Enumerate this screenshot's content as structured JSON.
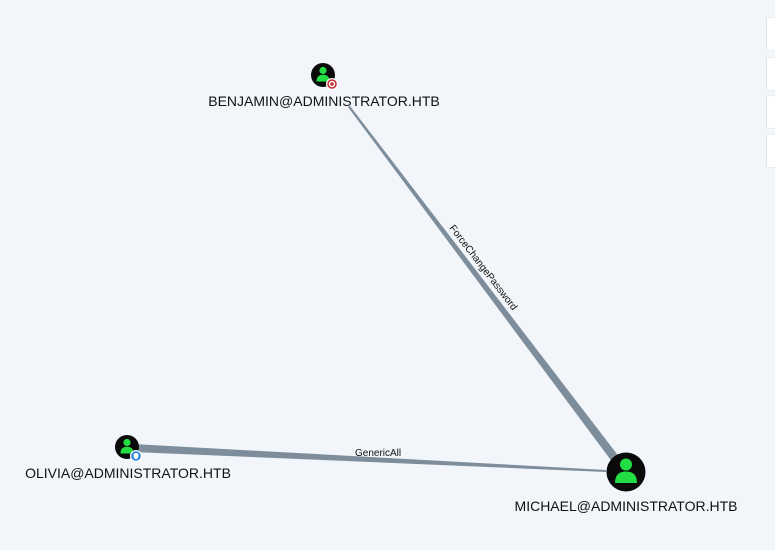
{
  "graph": {
    "nodes": {
      "benjamin": {
        "label": "BENJAMIN@ADMINISTRATOR.HTB",
        "badge": "target-icon"
      },
      "michael": {
        "label": "MICHAEL@ADMINISTRATOR.HTB",
        "badge": ""
      },
      "olivia": {
        "label": "OLIVIA@ADMINISTRATOR.HTB",
        "badge": "owned-shield-icon"
      }
    },
    "edges": {
      "force_change_password": {
        "label": "ForceChangePassword",
        "from": "MICHAEL@ADMINISTRATOR.HTB",
        "to": "BENJAMIN@ADMINISTRATOR.HTB"
      },
      "generic_all": {
        "label": "GenericAll",
        "from": "OLIVIA@ADMINISTRATOR.HTB",
        "to": "MICHAEL@ADMINISTRATOR.HTB"
      }
    }
  },
  "colors": {
    "background": "#f2f5f9",
    "edge": "#7d8d9b",
    "node_fill": "#0a0a0a",
    "user_icon": "#22dd44",
    "target_badge": "#c0303a",
    "owned_badge": "#2b82d9"
  },
  "side_panel": {
    "tabs": [
      "panel-tab-1",
      "panel-tab-2",
      "panel-tab-3",
      "panel-tab-4"
    ]
  }
}
